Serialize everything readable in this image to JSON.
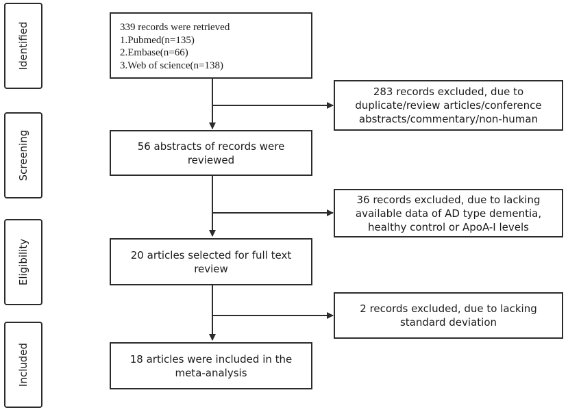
{
  "stages": [
    "Identified",
    "Screening",
    "Eligibility",
    "Included"
  ],
  "records_box": {
    "lines": [
      "339 records were retrieved",
      "1.Pubmed(n=135)",
      "2.Embase(n=66)",
      "3.Web of  science(n=138)"
    ]
  },
  "screen_box": "56 abstracts of records were reviewed",
  "eligibility_box": "20 articles selected for full text review",
  "included_box": "18 articles were included in the meta-analysis",
  "excluded": [
    "283 records excluded, due to duplicate/review articles/conference abstracts/commentary/non-human",
    "36 records excluded, due to lacking available data of AD type dementia, healthy control or ApoA-I levels",
    "2 records excluded, due to lacking standard deviation"
  ]
}
